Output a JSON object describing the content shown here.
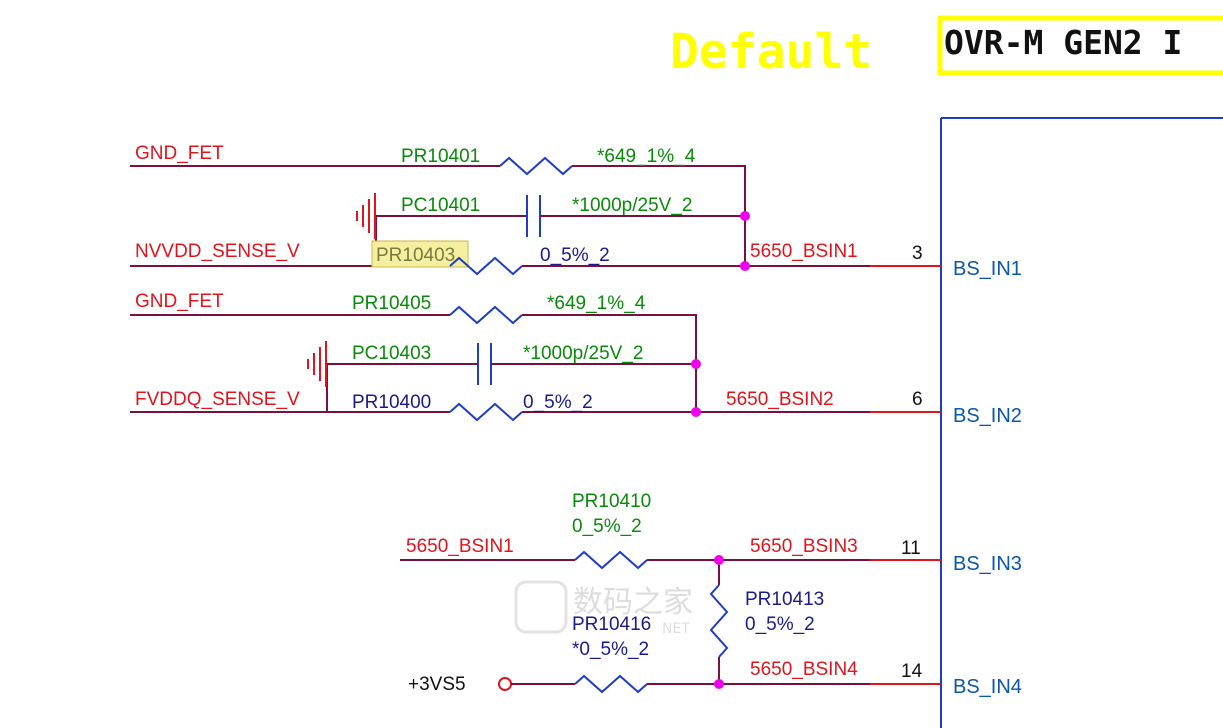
{
  "header": {
    "default_label": "Default",
    "title_box": "OVR-M GEN2 I"
  },
  "nets": {
    "gnd_fet_1": "GND_FET",
    "nvvdd_sense": "NVVDD_SENSE_V",
    "gnd_fet_2": "GND_FET",
    "fvddq_sense": "FVDDQ_SENSE_V",
    "bsin1_left": "5650_BSIN1",
    "vs5": "+3VS5",
    "bsin1": "5650_BSIN1",
    "bsin2": "5650_BSIN2",
    "bsin3": "5650_BSIN3",
    "bsin4": "5650_BSIN4"
  },
  "components": {
    "pr10401": {
      "ref": "PR10401",
      "value": "*649_1%_4"
    },
    "pc10401": {
      "ref": "PC10401",
      "value": "*1000p/25V_2"
    },
    "pr10403": {
      "ref": "PR10403",
      "value": "0_5%_2"
    },
    "pr10405": {
      "ref": "PR10405",
      "value": "*649_1%_4"
    },
    "pc10403": {
      "ref": "PC10403",
      "value": "*1000p/25V_2"
    },
    "pr10400": {
      "ref": "PR10400",
      "value": "0_5%_2"
    },
    "pr10410": {
      "ref": "PR10410",
      "value": "0_5%_2"
    },
    "pr10413": {
      "ref": "PR10413",
      "value": "0_5%_2"
    },
    "pr10416": {
      "ref": "PR10416",
      "value": "*0_5%_2"
    }
  },
  "pins": [
    {
      "num": "3",
      "name": "BS_IN1"
    },
    {
      "num": "6",
      "name": "BS_IN2"
    },
    {
      "num": "11",
      "name": "BS_IN3"
    },
    {
      "num": "14",
      "name": "BS_IN4"
    }
  ],
  "watermark": {
    "text": "数码之家",
    "sub": "NET"
  },
  "colors": {
    "net_label": "#e0141c",
    "component_label": "#0a8a0a",
    "wire": "#7a1040",
    "symbol": "#1f3cc8",
    "junction": "#f000f0",
    "header_yellow": "#ffff00",
    "highlight": "#f5f0a0"
  }
}
